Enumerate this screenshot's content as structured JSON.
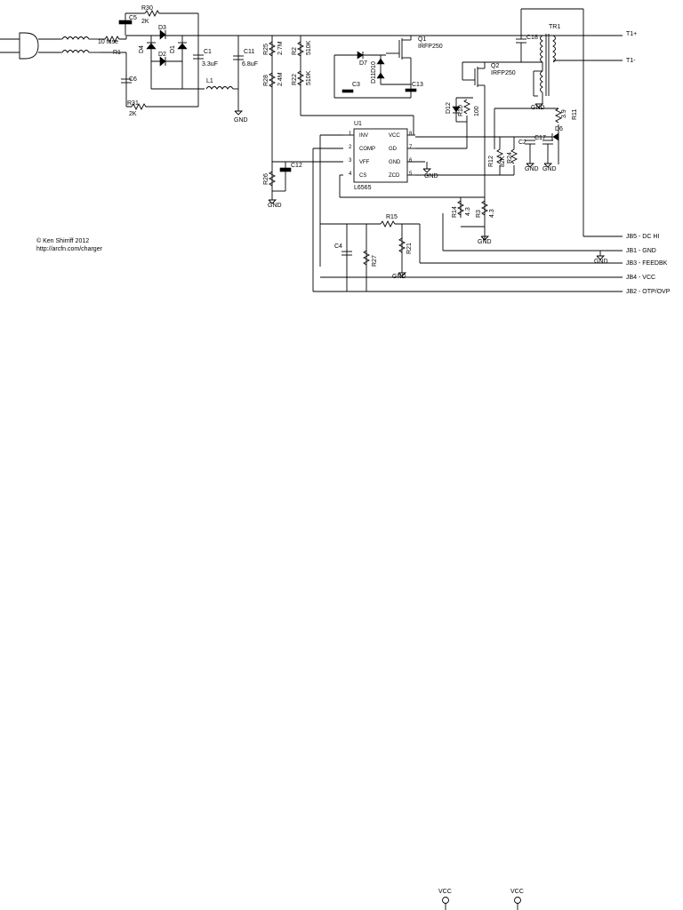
{
  "credit": {
    "copyright": "© Ken Shirriff 2012",
    "url": "http://arcfn.com/charger"
  },
  "components": {
    "r30": {
      "ref": "R30",
      "value": "2K"
    },
    "c5": "C5",
    "fuse": "10 fuse",
    "r1": "R1",
    "c6": "C6",
    "r31": {
      "ref": "R31",
      "value": "2K"
    },
    "d1": "D1",
    "d2": "D2",
    "d3": "D3",
    "d4": "D4",
    "c1": {
      "ref": "C1",
      "value": "3.3uF"
    },
    "l1": "L1",
    "c11": {
      "ref": "C11",
      "value": "6.8uF"
    },
    "r25": {
      "ref": "R25",
      "value": "2.7M"
    },
    "r28": {
      "ref": "R28",
      "value": "2.4M"
    },
    "r2": {
      "ref": "R2",
      "value": "510K"
    },
    "r22": {
      "ref": "R22",
      "value": "510K"
    },
    "q1": {
      "ref": "Q1",
      "value": "IRFP250"
    },
    "q2": {
      "ref": "Q2",
      "value": "IRFP250"
    },
    "d7": "D7",
    "d10": "D10",
    "d11": "D11",
    "c3": "C3",
    "c13": "C13",
    "d12": "D12",
    "r10": {
      "ref": "R10",
      "value": "100"
    },
    "c18": "C18",
    "tr1": "TR1",
    "r11": {
      "ref": "R11",
      "value": "3.9"
    },
    "d6": "D6",
    "c17": "C17",
    "c2": "C2",
    "r12": {
      "ref": "R12",
      "value": "82K"
    },
    "r24": "R24",
    "c12": "C12",
    "r26": "R26",
    "r14": {
      "ref": "R14",
      "value": "4.3"
    },
    "r3": {
      "ref": "R3",
      "value": "4.3"
    },
    "r15": "R15",
    "c4": "C4",
    "r27": "R27",
    "r21": "R21"
  },
  "ic": {
    "ref": "U1",
    "part": "L6565",
    "pins_left": [
      {
        "num": "1",
        "name": "INV"
      },
      {
        "num": "2",
        "name": "COMP"
      },
      {
        "num": "3",
        "name": "VFF"
      },
      {
        "num": "4",
        "name": "CS"
      }
    ],
    "pins_right": [
      {
        "num": "8",
        "name": "VCC"
      },
      {
        "num": "7",
        "name": "GD"
      },
      {
        "num": "6",
        "name": "GND"
      },
      {
        "num": "5",
        "name": "ZCD"
      }
    ]
  },
  "terminals": {
    "t1_plus": "T1+",
    "t1_minus": "T1-"
  },
  "connectors": {
    "jb5": "JB5 - DC HI",
    "jb1": "JB1 - GND",
    "jb3": "JB3 - FEEDBK",
    "jb4": "JB4 - VCC",
    "jb2": "JB2 - OTP/OVP"
  },
  "gnd_label": "GND",
  "vcc_label": "VCC"
}
